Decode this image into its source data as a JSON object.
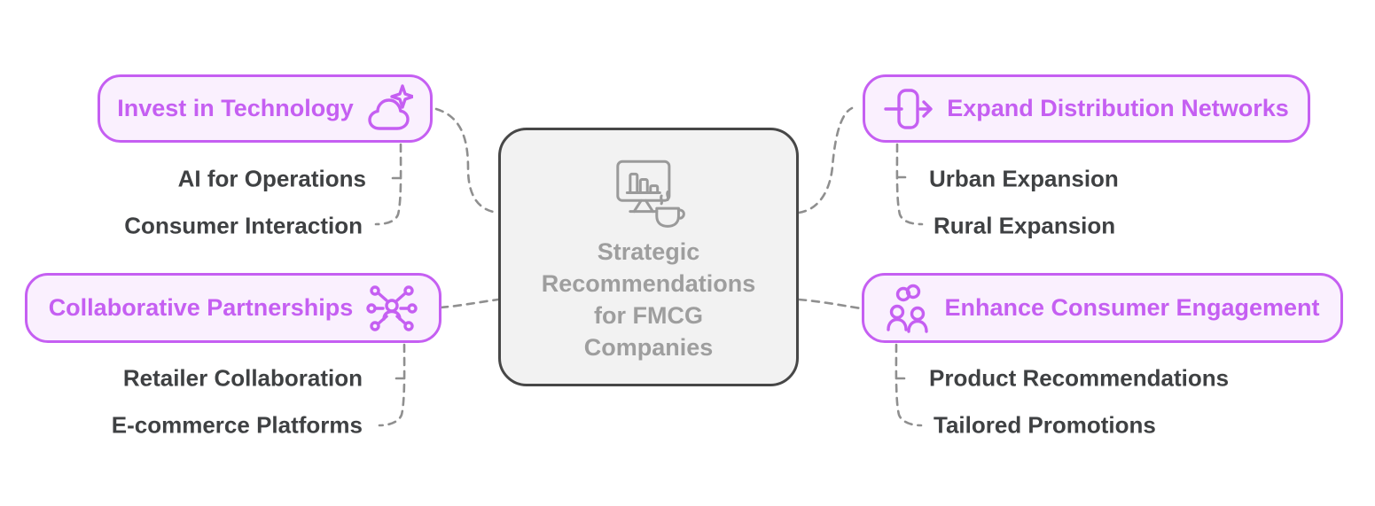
{
  "diagram": {
    "type": "mindmap",
    "center": {
      "title": "Strategic Recommendations for FMCG Companies",
      "icon": "monitor-chart-coffee-icon"
    },
    "branches": [
      {
        "label": "Invest in Technology",
        "icon": "cloud-sparkle-icon",
        "children": [
          "AI for Operations",
          "Consumer Interaction"
        ]
      },
      {
        "label": "Expand Distribution Networks",
        "icon": "door-exit-arrow-icon",
        "children": [
          "Urban Expansion",
          "Rural Expansion"
        ]
      },
      {
        "label": "Collaborative Partnerships",
        "icon": "person-network-icon",
        "children": [
          "Retailer Collaboration",
          "E-commerce Platforms"
        ]
      },
      {
        "label": "Enhance Consumer Engagement",
        "icon": "people-partnership-icon",
        "children": [
          "Product Recommendations",
          "Tailored Promotions"
        ]
      }
    ],
    "colors": {
      "branch_accent": "#c55ff2",
      "branch_fill": "#faf0fe",
      "center_fill": "#f2f2f2",
      "center_border": "#474747",
      "center_text": "#9e9e9e",
      "subtopic_text": "#3f4143",
      "connector": "#8f8f8f",
      "background": "#ffffff"
    }
  }
}
